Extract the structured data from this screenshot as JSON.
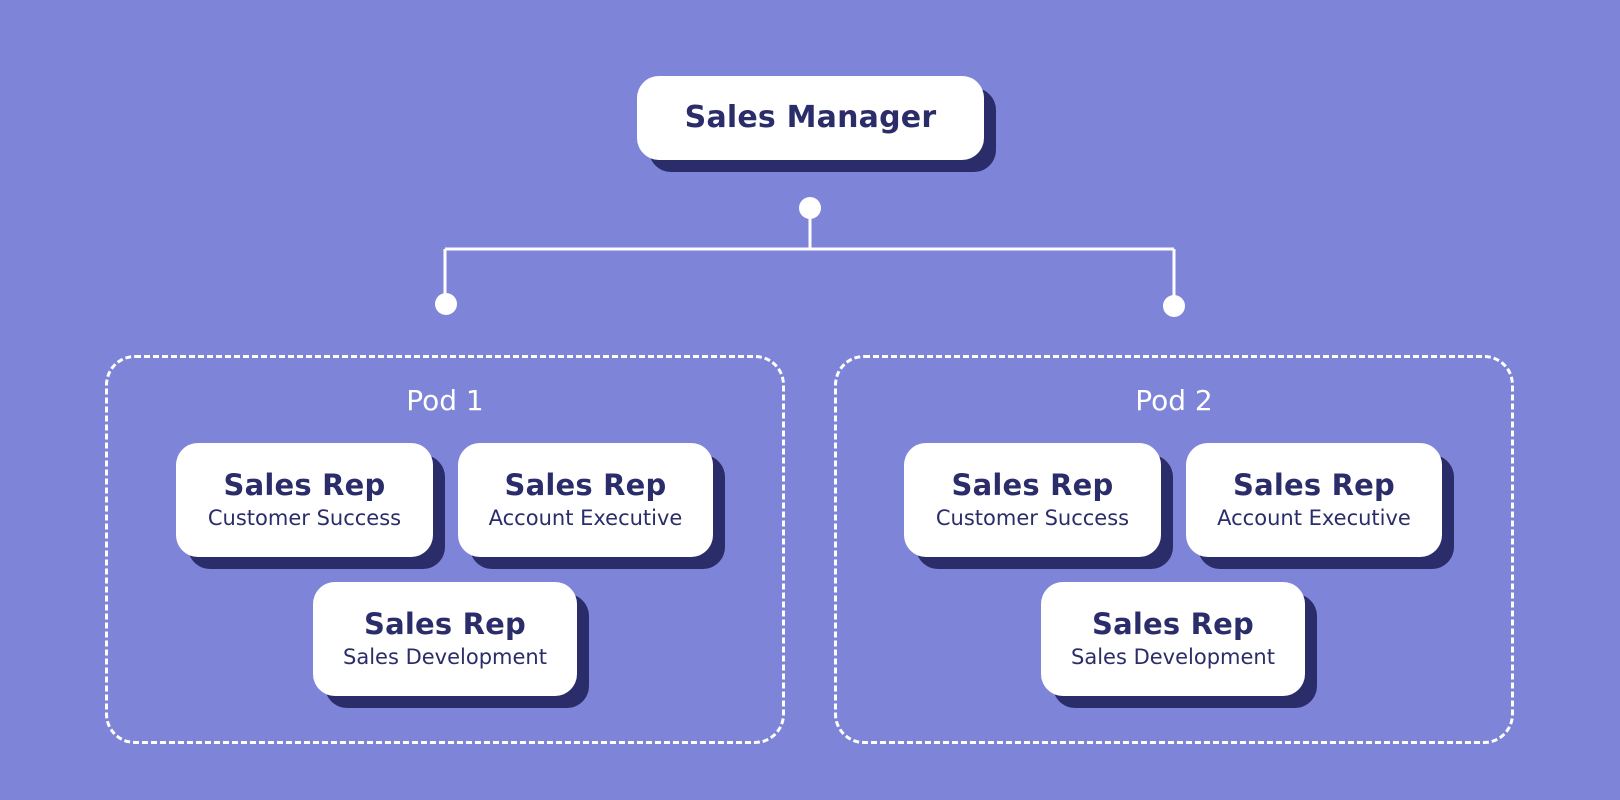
{
  "colors": {
    "background": "#7e84d8",
    "card": "#ffffff",
    "card_text": "#2a2d6a",
    "card_shadow": "#2a2d6a",
    "lines": "#ffffff"
  },
  "manager": {
    "title": "Sales Manager"
  },
  "pods": [
    {
      "label": "Pod 1",
      "reps": [
        {
          "title": "Sales Rep",
          "role": "Customer Success"
        },
        {
          "title": "Sales Rep",
          "role": "Account Executive"
        },
        {
          "title": "Sales Rep",
          "role": "Sales Development"
        }
      ]
    },
    {
      "label": "Pod 2",
      "reps": [
        {
          "title": "Sales Rep",
          "role": "Customer Success"
        },
        {
          "title": "Sales Rep",
          "role": "Account Executive"
        },
        {
          "title": "Sales Rep",
          "role": "Sales Development"
        }
      ]
    }
  ]
}
